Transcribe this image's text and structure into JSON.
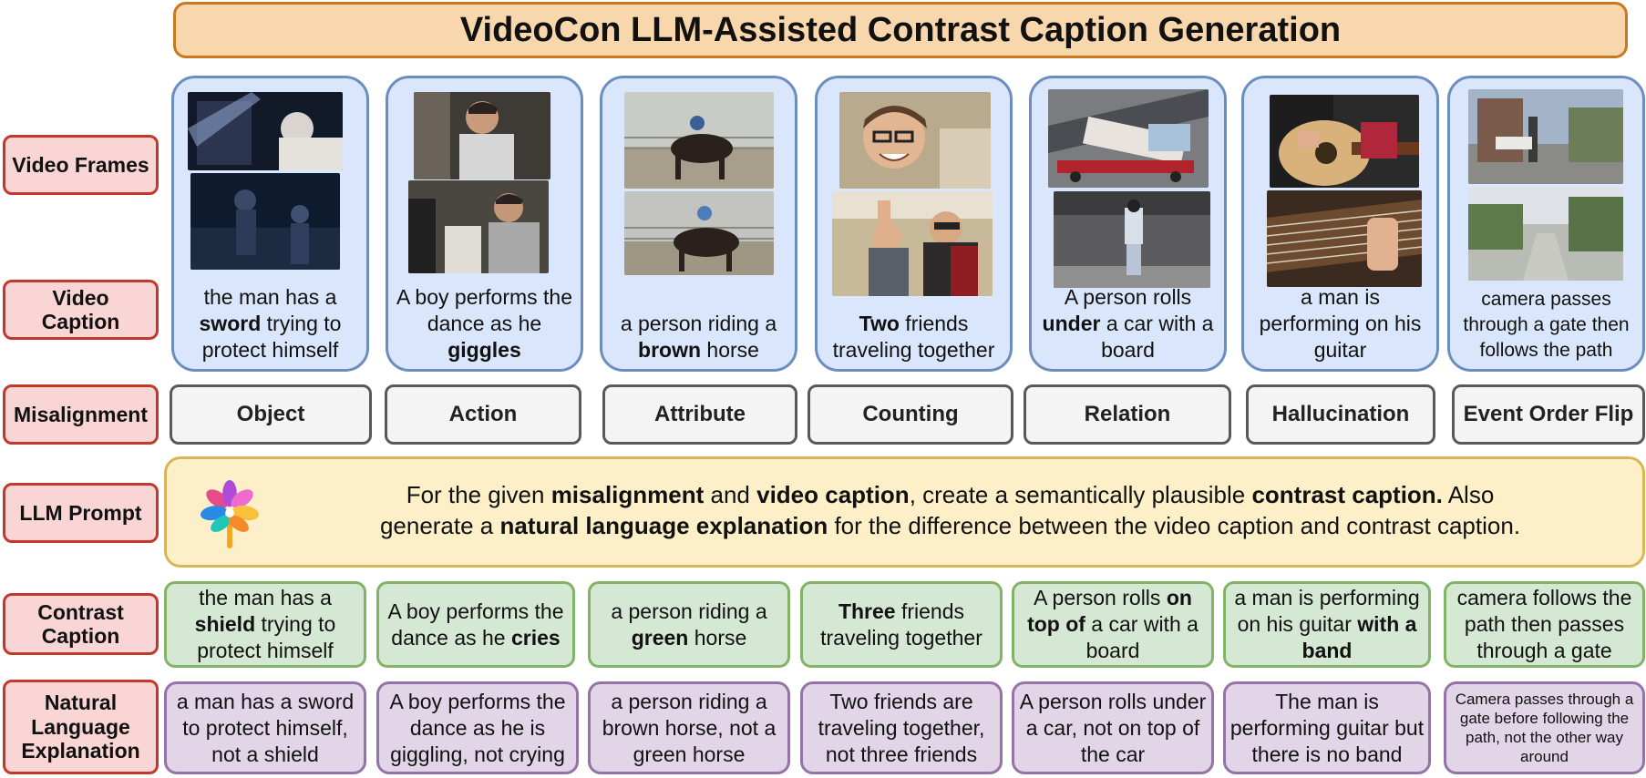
{
  "title": "VideoCon LLM-Assisted Contrast Caption Generation",
  "row_labels": {
    "video_frames": "Video Frames",
    "video_caption": "Video\nCaption",
    "misalignment": "Misalignment",
    "llm_prompt": "LLM Prompt",
    "contrast_caption": "Contrast\nCaption",
    "explanation": "Natural\nLanguage\nExplanation"
  },
  "columns": [
    {
      "misalignment": "Object",
      "video_caption": {
        "pre": "the man has a ",
        "bold": "sword",
        "post": " trying to protect himself"
      },
      "contrast_caption": {
        "pre": "the man has a ",
        "bold": "shield",
        "post": " trying to protect himself"
      },
      "explanation": "a man has a sword to protect himself, not a shield"
    },
    {
      "misalignment": "Action",
      "video_caption": {
        "pre": "A boy performs the dance as he ",
        "bold": "giggles",
        "post": ""
      },
      "contrast_caption": {
        "pre": "A boy performs the dance as he ",
        "bold": "cries",
        "post": ""
      },
      "explanation": "A boy performs the dance as he is giggling, not crying"
    },
    {
      "misalignment": "Attribute",
      "video_caption": {
        "pre": "a person riding a ",
        "bold": "brown",
        "post": " horse"
      },
      "contrast_caption": {
        "pre": "a person riding a ",
        "bold": "green",
        "post": " horse"
      },
      "explanation": "a person riding a brown horse, not a green horse"
    },
    {
      "misalignment": "Counting",
      "video_caption": {
        "pre": "",
        "bold": "Two",
        "post": " friends traveling together"
      },
      "contrast_caption": {
        "pre": "",
        "bold": "Three",
        "post": " friends traveling together"
      },
      "explanation": "Two friends are traveling together, not three friends"
    },
    {
      "misalignment": "Relation",
      "video_caption": {
        "pre": "A person rolls ",
        "bold": "under",
        "post": " a car with a board"
      },
      "contrast_caption": {
        "pre": "A person rolls ",
        "bold": "on top of",
        "post": " a car with a board"
      },
      "explanation": "A person rolls under a car, not on top of the car"
    },
    {
      "misalignment": "Hallucination",
      "video_caption": {
        "pre": "a man is performing on his guitar",
        "bold": "",
        "post": ""
      },
      "contrast_caption": {
        "pre": "a man is performing on his guitar ",
        "bold": "with a band",
        "post": ""
      },
      "explanation": "The man is performing guitar but there is no band"
    },
    {
      "misalignment": "Event Order Flip",
      "video_caption": {
        "pre": "camera passes through a gate then follows the path",
        "bold": "",
        "post": ""
      },
      "contrast_caption": {
        "pre": "camera follows the path then passes through a gate",
        "bold": "",
        "post": ""
      },
      "explanation": "Camera passes through a gate before following the path, not the other way around"
    }
  ],
  "prompt": {
    "l1_a": "For the given ",
    "l1_b": "misalignment",
    "l1_c": " and ",
    "l1_d": "video caption",
    "l1_e": ", create a semantically plausible ",
    "l1_f": "contrast caption.",
    "l1_g": " Also",
    "l2_a": "generate a ",
    "l2_b": "natural language explanation",
    "l2_c": " for the difference between the video caption and contrast caption."
  },
  "colors": {
    "title_fill": "#f9d7ad",
    "label_fill": "#f9d5d5",
    "video_card_fill": "#dae6fb",
    "prompt_fill": "#fdf0c8",
    "contrast_fill": "#d5e8d4",
    "explanation_fill": "#e1d5e7"
  }
}
